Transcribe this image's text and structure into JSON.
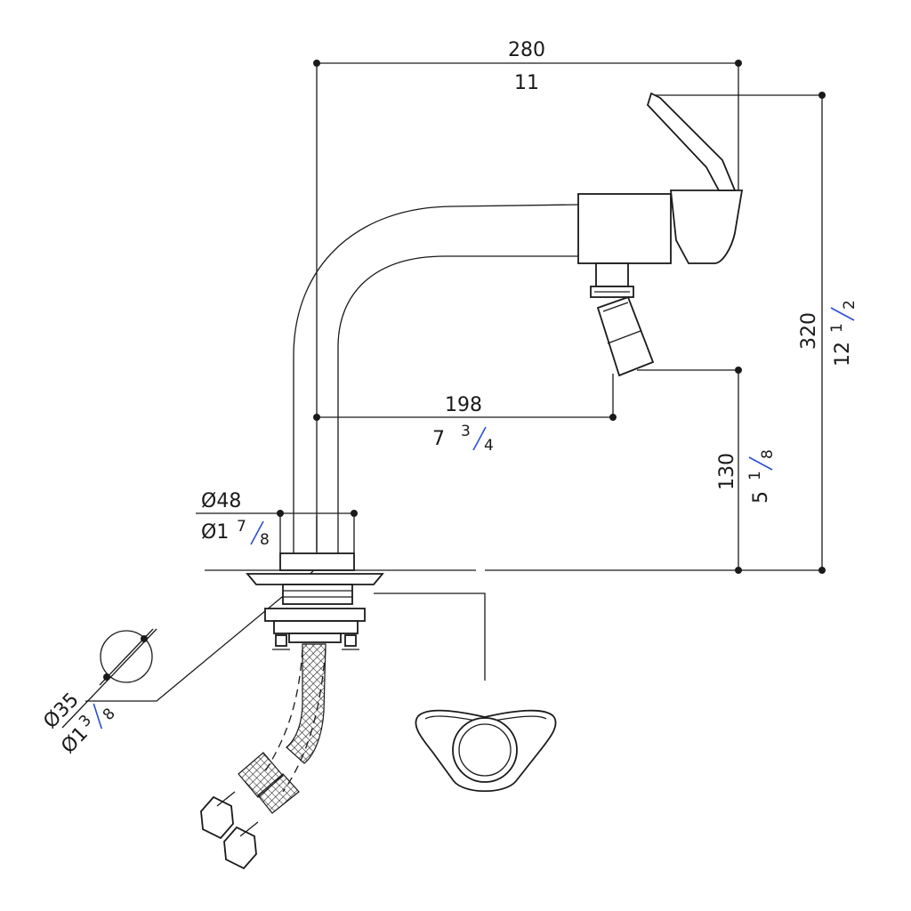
{
  "dimensions": {
    "width_overall": {
      "mm": "280",
      "in": "11"
    },
    "height_overall": {
      "mm": "320",
      "in_whole": "12",
      "in_num": "1",
      "in_den": "2"
    },
    "reach": {
      "mm": "198",
      "in_whole": "7",
      "in_num": "3",
      "in_den": "4"
    },
    "spout_height": {
      "mm": "130",
      "in_whole": "5",
      "in_num": "1",
      "in_den": "8"
    },
    "base_diameter": {
      "mm": "Ø48",
      "in_whole": "Ø1",
      "in_num": "7",
      "in_den": "8"
    },
    "hole_diameter": {
      "mm": "Ø35",
      "in_whole": "Ø1",
      "in_num": "3",
      "in_den": "8"
    }
  },
  "colors": {
    "line": "#1a1a1a",
    "fraction_slash": "#2a4fd6"
  }
}
